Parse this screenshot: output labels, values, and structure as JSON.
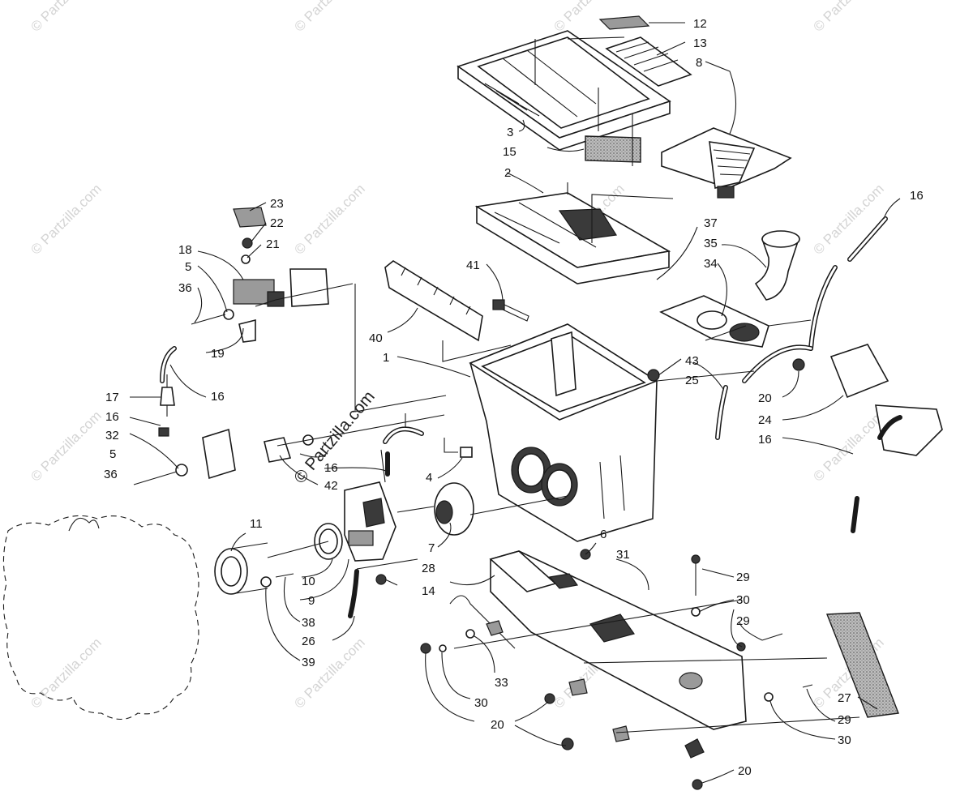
{
  "watermarks": {
    "site": "© Partzilla.com",
    "center": "© Partzilla.com"
  },
  "callouts": [
    "12",
    "13",
    "8",
    "3",
    "15",
    "2",
    "37",
    "35",
    "34",
    "41",
    "40",
    "1",
    "43",
    "25",
    "20",
    "24",
    "16",
    "23",
    "22",
    "21",
    "18",
    "5",
    "36",
    "19",
    "16",
    "17",
    "16",
    "32",
    "5",
    "36",
    "42",
    "16",
    "4",
    "7",
    "6",
    "31",
    "28",
    "11",
    "10",
    "9",
    "14",
    "38",
    "26",
    "39",
    "33",
    "30",
    "20",
    "29",
    "30",
    "29",
    "27",
    "29",
    "30",
    "20",
    "16"
  ]
}
